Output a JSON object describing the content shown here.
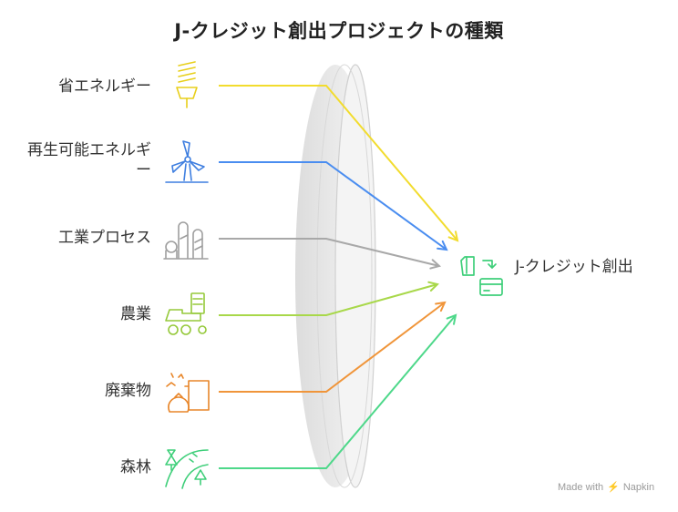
{
  "title": "J-クレジット創出プロジェクトの種類",
  "sources": [
    {
      "label": "省エネルギー",
      "icon": "light-bulb-icon",
      "color": "#f2dc2e"
    },
    {
      "label": "再生可能エネルギー",
      "icon": "wind-turbine-icon",
      "color": "#4a8df0"
    },
    {
      "label": "工業プロセス",
      "icon": "factory-icon",
      "color": "#a8a8a8"
    },
    {
      "label": "農業",
      "icon": "tractor-icon",
      "color": "#a8d84a"
    },
    {
      "label": "廃棄物",
      "icon": "waste-bag-icon",
      "color": "#f0953a"
    },
    {
      "label": "森林",
      "icon": "forest-icon",
      "color": "#4ed88a"
    }
  ],
  "target": {
    "label": "J-クレジット創出",
    "icon": "credit-exchange-icon",
    "color": "#4ed88a"
  },
  "watermark": {
    "text": "Made with",
    "brand": "Napkin"
  }
}
